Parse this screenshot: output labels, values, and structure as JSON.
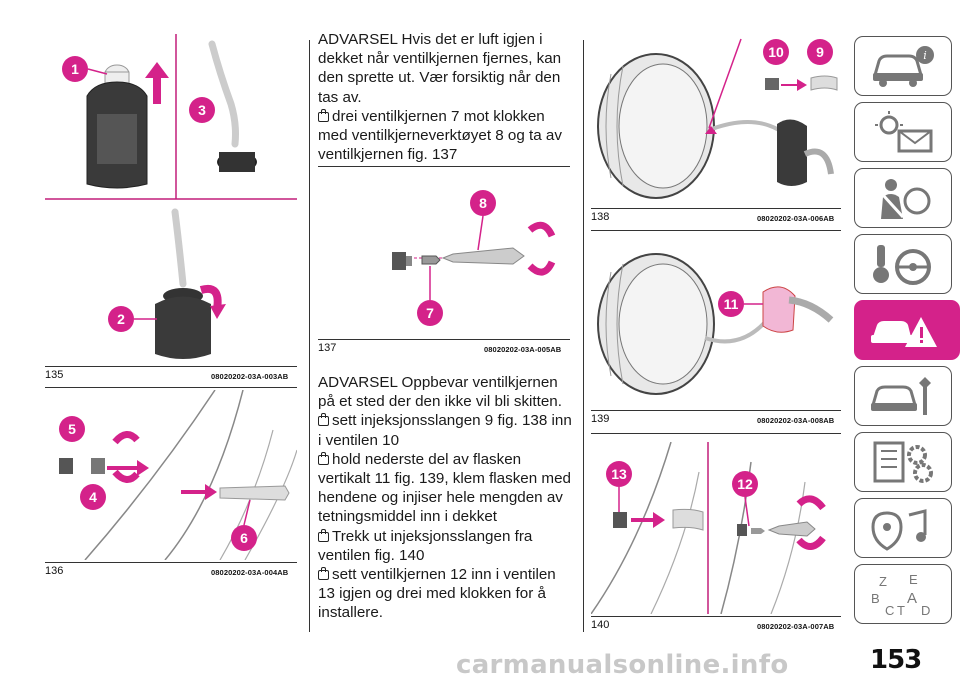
{
  "page": {
    "number": "153",
    "watermark": "carmanualsonline.info"
  },
  "figures": [
    {
      "num": "135",
      "code": "08020202-03A-003AB",
      "callouts": [
        "1",
        "3",
        "2"
      ]
    },
    {
      "num": "136",
      "code": "08020202-03A-004AB",
      "callouts": [
        "5",
        "4",
        "6"
      ]
    },
    {
      "num": "137",
      "code": "08020202-03A-005AB",
      "callouts": [
        "8",
        "7"
      ]
    },
    {
      "num": "138",
      "code": "08020202-03A-006AB",
      "callouts": [
        "10",
        "9"
      ]
    },
    {
      "num": "139",
      "code": "08020202-03A-008AB",
      "callouts": [
        "11"
      ]
    },
    {
      "num": "140",
      "code": "08020202-03A-007AB",
      "callouts": [
        "13",
        "12"
      ]
    }
  ],
  "text": {
    "block1": {
      "warning": "ADVARSEL Hvis det er luft igjen i dekket når ventilkjernen fjernes, kan den sprette ut. Vær forsiktig når den tas av.",
      "step": "drei ventilkjernen 7 mot klokken med ventilkjerneverktøyet 8 og ta av ventilkjernen fig. 137"
    },
    "block2": {
      "warning": "ADVARSEL Oppbevar ventilkjernen på et sted der den ikke vil bli skitten.",
      "steps": [
        "sett injeksjonsslangen 9 fig. 138 inn i ventilen 10",
        "hold nederste del av flasken vertikalt 11 fig. 139, klem flasken med hendene og injiser hele mengden av tetningsmiddel inn i dekket",
        "Trekk ut injeksjonsslangen fra ventilen fig. 140",
        "sett ventilkjernen 12 inn i ventilen 13 igjen og drei med klokken for å installere."
      ]
    }
  },
  "sidebar": {
    "tabs": [
      {
        "icon": "car-info-icon",
        "active": false
      },
      {
        "icon": "warning-lights-envelope-icon",
        "active": false
      },
      {
        "icon": "seatbelt-airbag-icon",
        "active": false
      },
      {
        "icon": "key-steering-wheel-icon",
        "active": false
      },
      {
        "icon": "emergency-breakdown-icon",
        "active": true
      },
      {
        "icon": "car-wrench-icon",
        "active": false
      },
      {
        "icon": "specifications-gears-icon",
        "active": false
      },
      {
        "icon": "multimedia-music-icon",
        "active": false
      },
      {
        "icon": "alphabetical-index-icon",
        "active": false
      }
    ],
    "active_color": "#d4228a",
    "index_letters": [
      "Z",
      "E",
      "B",
      "A",
      "C",
      "T",
      "D"
    ]
  },
  "colors": {
    "callout": "#d4228a",
    "arrow": "#d4228a"
  }
}
